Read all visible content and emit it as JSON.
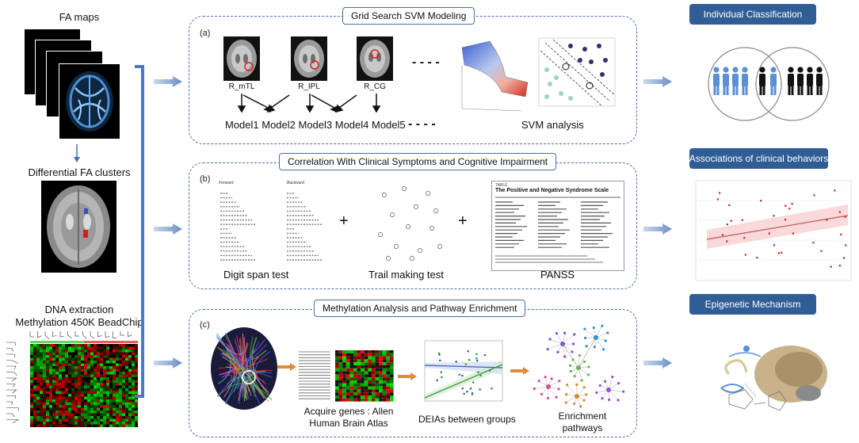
{
  "left": {
    "fa_maps": "FA maps",
    "differential": "Differential FA clusters",
    "dna_line1": "DNA extraction",
    "dna_line2": "Methylation 450K BeadChip"
  },
  "panel_a": {
    "title": "Grid Search SVM Modeling",
    "letter": "(a)",
    "regions": [
      "R_mTL",
      "R_IPL",
      "R_CG"
    ],
    "models": "Model1 Model2 Model3 Model4 Model5",
    "dashes": "- - - -",
    "svm": "SVM analysis"
  },
  "panel_b": {
    "title": "Correlation With Clinical Symptoms and Cognitive Impairment",
    "letter": "(b)",
    "digit_span": "Digit span test",
    "trail": "Trail making test",
    "panss": "PANSS",
    "plus": "+",
    "table_head_forward": "Forward",
    "table_head_backward": "Backward",
    "panss_table_label": "TABLE",
    "panss_table_title": "The Positive and Negative Syndrome Scale"
  },
  "panel_c": {
    "title": "Methylation Analysis and Pathway Enrichment",
    "letter": "(c)",
    "acquire_line1": "Acquire genes : Allen",
    "acquire_line2": "Human Brain Atlas",
    "deias": "DEIAs between groups",
    "enrich_line1": "Enrichment",
    "enrich_line2": "pathways"
  },
  "right": {
    "individual": "Individual Classification",
    "associations": "Associations of clinical behaviors",
    "epigenetic": "Epigenetic Mechanism"
  },
  "colors": {
    "accent": "#2f5d95",
    "panel_border": "#4a6fa5",
    "arrow": "#6b8fc4"
  }
}
